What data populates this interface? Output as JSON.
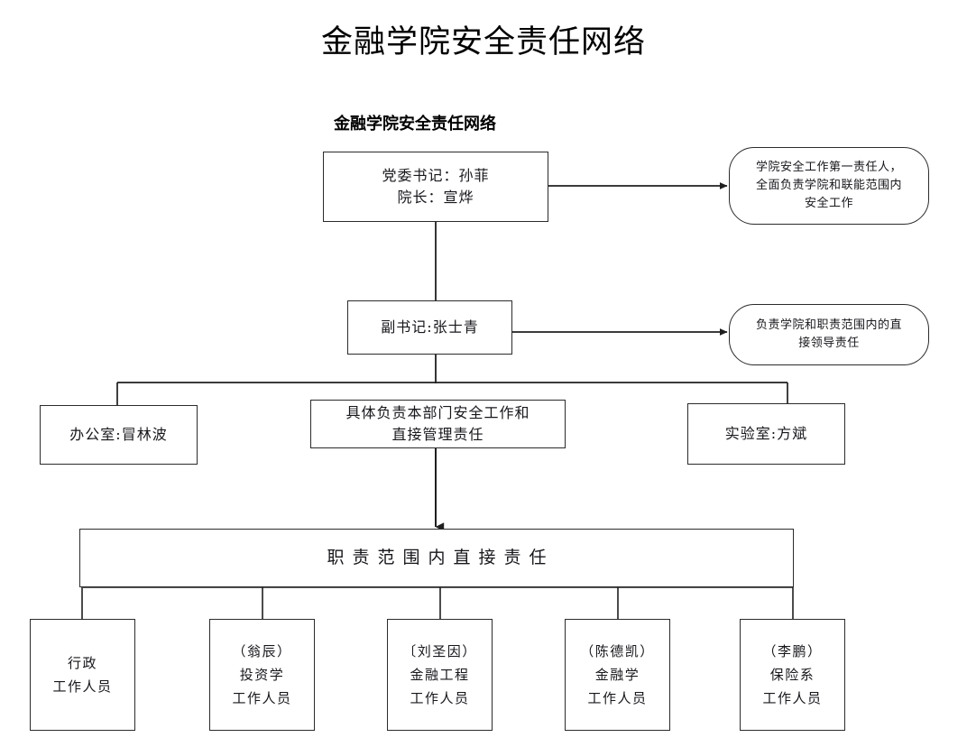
{
  "page": {
    "title": "金融学院安全责任网络",
    "chart_heading": "金融学院安全责任网络"
  },
  "colors": {
    "stroke": "#2b2b2b",
    "text": "#17171c",
    "background": "#ffffff"
  },
  "nodes": {
    "leader": {
      "lines": [
        "党委书记：孙菲",
        "院长：宣烨"
      ]
    },
    "leader_note": {
      "lines": [
        "学院安全工作第一责任人，",
        "全面负责学院和联能范围内",
        "安全工作"
      ]
    },
    "deputy": {
      "lines": [
        "副书记:张士青"
      ]
    },
    "deputy_note": {
      "lines": [
        "负责学院和职责范围内的直",
        "接领导责任"
      ]
    },
    "office": {
      "lines": [
        "办公室:冒林波"
      ]
    },
    "department_duty": {
      "lines": [
        "具体负责本部门安全工作和",
        "直接管理责任"
      ]
    },
    "lab": {
      "lines": [
        "实验室:方斌"
      ]
    },
    "scope_bar": {
      "lines": [
        "职责范围内直接责任"
      ]
    },
    "staff": [
      {
        "lines": [
          "行政",
          "工作人员"
        ]
      },
      {
        "lines": [
          "（翁辰）",
          "投资学",
          "工作人员"
        ]
      },
      {
        "lines": [
          "〔刘圣因）",
          "金融工程",
          "工作人员"
        ]
      },
      {
        "lines": [
          "（陈德凯）",
          "金融学",
          "工作人员"
        ]
      },
      {
        "lines": [
          "（李鹏）",
          "保险系",
          "工作人员"
        ]
      }
    ]
  }
}
